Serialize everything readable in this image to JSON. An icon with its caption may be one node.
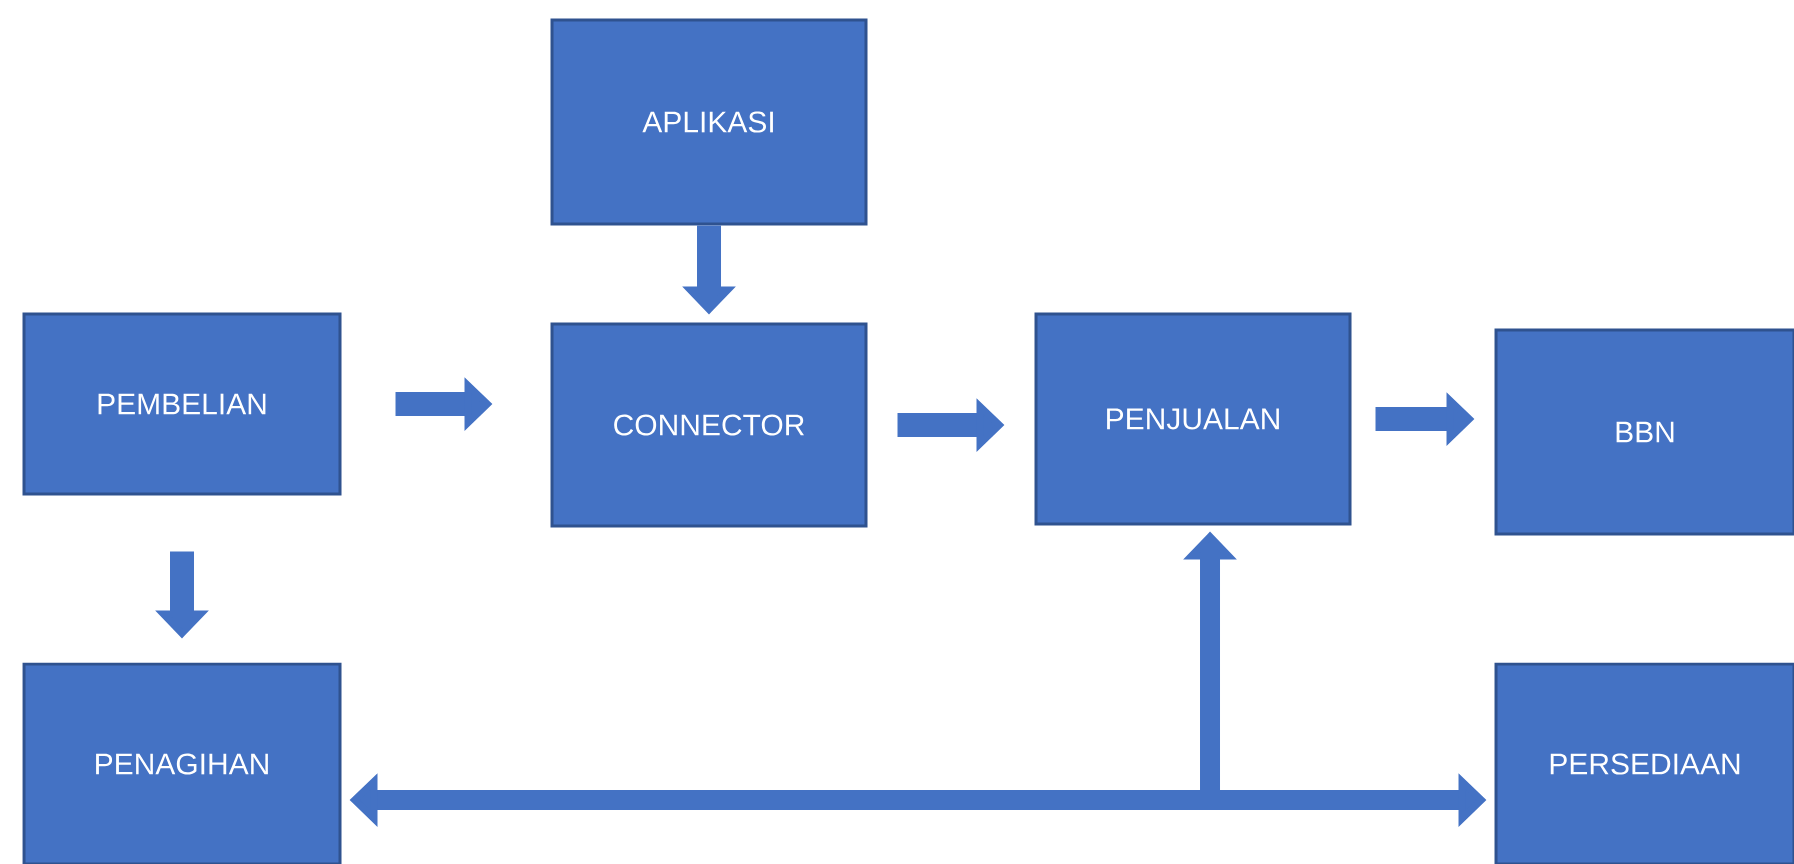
{
  "diagram": {
    "nodes": [
      {
        "text": [
          "PEMBELIAN"
        ]
      },
      {
        "text": [
          "APLIKASI"
        ]
      },
      {
        "text": [
          "CONNECTOR"
        ]
      },
      {
        "text": [
          "PENJUALAN"
        ]
      },
      {
        "text": [
          "BBN"
        ]
      },
      {
        "text": [
          "PENAGIHAN"
        ]
      },
      {
        "text": [
          "PERSEDIAAN"
        ]
      }
    ],
    "edges": [
      {
        "from": 0,
        "to": 2,
        "arrow": "to"
      },
      {
        "from": 1,
        "to": 2,
        "arrow": "to"
      },
      {
        "from": 2,
        "to": 3,
        "arrow": "to"
      },
      {
        "from": 3,
        "to": 4,
        "arrow": "to"
      },
      {
        "from": 0,
        "to": 5,
        "arrow": "to"
      },
      {
        "from": 5,
        "to": 6,
        "arrow": "both"
      },
      {
        "from": null,
        "to": 3,
        "arrow": "to"
      }
    ]
  }
}
